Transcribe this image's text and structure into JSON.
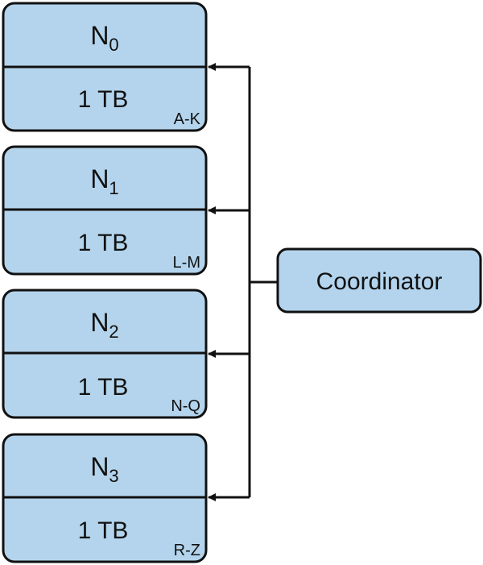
{
  "nodes": [
    {
      "name": "N",
      "subscript": "0",
      "storage": "1 TB",
      "key_range": "A-K"
    },
    {
      "name": "N",
      "subscript": "1",
      "storage": "1 TB",
      "key_range": "L-M"
    },
    {
      "name": "N",
      "subscript": "2",
      "storage": "1 TB",
      "key_range": "N-Q"
    },
    {
      "name": "N",
      "subscript": "3",
      "storage": "1 TB",
      "key_range": "R-Z"
    }
  ],
  "coordinator": {
    "label": "Coordinator"
  },
  "colors": {
    "box_fill": "#b3d4ec",
    "stroke": "#111111",
    "line": "#111111"
  }
}
